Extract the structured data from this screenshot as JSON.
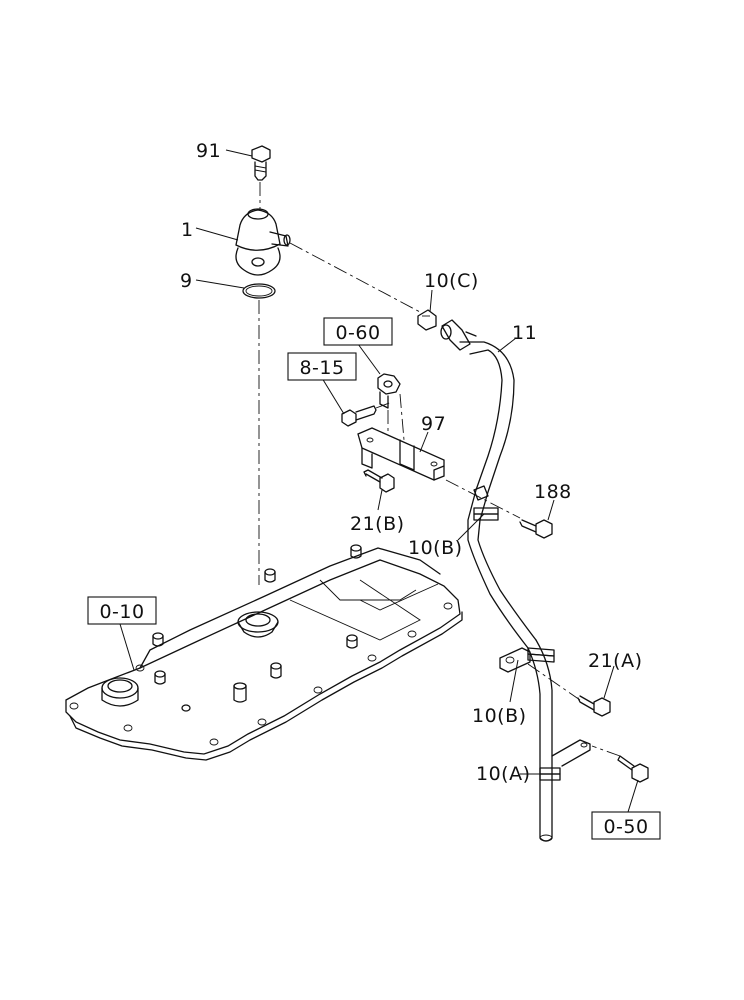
{
  "labels": {
    "p91": "91",
    "p1": "1",
    "p9": "9",
    "p10c": "10(C)",
    "p11": "11",
    "p97": "97",
    "p188": "188",
    "p21b": "21(B)",
    "p10b_upper": "10(B)",
    "p21a": "21(A)",
    "p10b_lower": "10(B)",
    "p10a": "10(A)"
  },
  "refs": {
    "r060": "0-60",
    "r815": "8-15",
    "r010": "0-10",
    "r050": "0-50"
  }
}
